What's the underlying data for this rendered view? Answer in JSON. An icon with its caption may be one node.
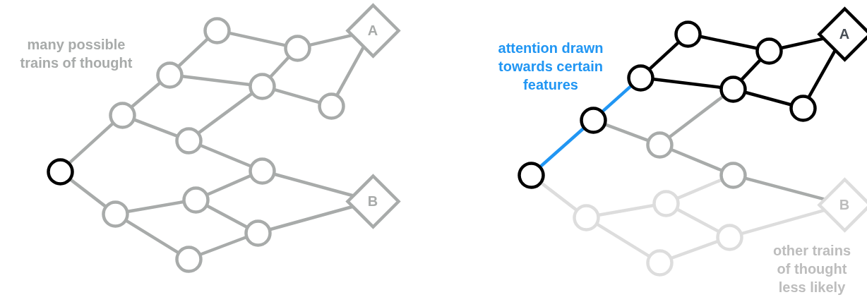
{
  "diagram": {
    "nodes": [
      {
        "text": [],
        "shape": "circle"
      },
      {
        "text": [],
        "shape": "circle"
      },
      {
        "text": [],
        "shape": "circle"
      },
      {
        "text": [],
        "shape": "circle"
      },
      {
        "text": [],
        "shape": "circle"
      },
      {
        "text": [],
        "shape": "circle"
      },
      {
        "text": [],
        "shape": "circle"
      },
      {
        "text": [],
        "shape": "circle"
      },
      {
        "text": [],
        "shape": "circle"
      },
      {
        "text": [],
        "shape": "circle"
      },
      {
        "text": [],
        "shape": "circle"
      },
      {
        "text": [],
        "shape": "circle"
      },
      {
        "text": [],
        "shape": "circle"
      },
      {
        "text": [
          "A"
        ]
      },
      {
        "text": [
          "B"
        ]
      },
      {
        "text": [],
        "shape": "circle"
      },
      {
        "text": [],
        "shape": "circle"
      },
      {
        "text": [],
        "shape": "circle"
      },
      {
        "text": [],
        "shape": "circle"
      },
      {
        "text": [],
        "shape": "circle"
      },
      {
        "text": [],
        "shape": "circle"
      },
      {
        "text": [],
        "shape": "circle"
      },
      {
        "text": [],
        "shape": "circle"
      },
      {
        "text": [],
        "shape": "circle"
      },
      {
        "text": [],
        "shape": "circle"
      },
      {
        "text": [],
        "shape": "circle"
      },
      {
        "text": [],
        "shape": "circle"
      },
      {
        "text": [],
        "shape": "circle"
      },
      {
        "text": [
          "A"
        ]
      },
      {
        "text": [
          "B"
        ]
      }
    ],
    "edges": [
      {
        "from": 0,
        "to": 1,
        "arrow": "none"
      },
      {
        "from": 1,
        "to": 2,
        "arrow": "none"
      },
      {
        "from": 2,
        "to": 3,
        "arrow": "none"
      },
      {
        "from": 3,
        "to": 4,
        "arrow": "none"
      },
      {
        "from": 4,
        "to": 13,
        "arrow": "none"
      },
      {
        "from": 2,
        "to": 5,
        "arrow": "none"
      },
      {
        "from": 5,
        "to": 4,
        "arrow": "none"
      },
      {
        "from": 5,
        "to": 6,
        "arrow": "none"
      },
      {
        "from": 6,
        "to": 13,
        "arrow": "none"
      },
      {
        "from": 1,
        "to": 7,
        "arrow": "none"
      },
      {
        "from": 7,
        "to": 5,
        "arrow": "none"
      },
      {
        "from": 7,
        "to": 8,
        "arrow": "none"
      },
      {
        "from": 8,
        "to": 14,
        "arrow": "none"
      },
      {
        "from": 0,
        "to": 9,
        "arrow": "none"
      },
      {
        "from": 9,
        "to": 10,
        "arrow": "none"
      },
      {
        "from": 10,
        "to": 8,
        "arrow": "none"
      },
      {
        "from": 9,
        "to": 12,
        "arrow": "none"
      },
      {
        "from": 12,
        "to": 11,
        "arrow": "none"
      },
      {
        "from": 10,
        "to": 11,
        "arrow": "none"
      },
      {
        "from": 11,
        "to": 14,
        "arrow": "none"
      },
      {
        "from": 15,
        "to": 16,
        "arrow": "none",
        "color": "#2196f3"
      },
      {
        "from": 16,
        "to": 17,
        "arrow": "none",
        "color": "#2196f3"
      },
      {
        "from": 17,
        "to": 18,
        "arrow": "none",
        "color": "#000000"
      },
      {
        "from": 18,
        "to": 19,
        "arrow": "none",
        "color": "#000000"
      },
      {
        "from": 19,
        "to": 28,
        "arrow": "none",
        "color": "#000000"
      },
      {
        "from": 17,
        "to": 20,
        "arrow": "none",
        "color": "#000000"
      },
      {
        "from": 20,
        "to": 19,
        "arrow": "none",
        "color": "#000000"
      },
      {
        "from": 20,
        "to": 21,
        "arrow": "none",
        "color": "#000000"
      },
      {
        "from": 21,
        "to": 28,
        "arrow": "none",
        "color": "#000000"
      },
      {
        "from": 16,
        "to": 22,
        "arrow": "none"
      },
      {
        "from": 22,
        "to": 20,
        "arrow": "none"
      },
      {
        "from": 22,
        "to": 23,
        "arrow": "none"
      },
      {
        "from": 23,
        "to": 29,
        "arrow": "none"
      },
      {
        "from": 15,
        "to": 24,
        "arrow": "none",
        "color": "#dddddd"
      },
      {
        "from": 24,
        "to": 25,
        "arrow": "none",
        "color": "#dddddd"
      },
      {
        "from": 25,
        "to": 23,
        "arrow": "none",
        "color": "#dddddd"
      },
      {
        "from": 24,
        "to": 27,
        "arrow": "none",
        "color": "#dddddd"
      },
      {
        "from": 27,
        "to": 26,
        "arrow": "none",
        "color": "#dddddd"
      },
      {
        "from": 25,
        "to": 26,
        "arrow": "none",
        "color": "#dddddd"
      },
      {
        "from": 26,
        "to": 29,
        "arrow": "none",
        "color": "#dddddd"
      }
    ],
    "labels": [
      "many possible trains of thought",
      "attention drawn towards certain features",
      "other trains of thought less likely"
    ]
  }
}
